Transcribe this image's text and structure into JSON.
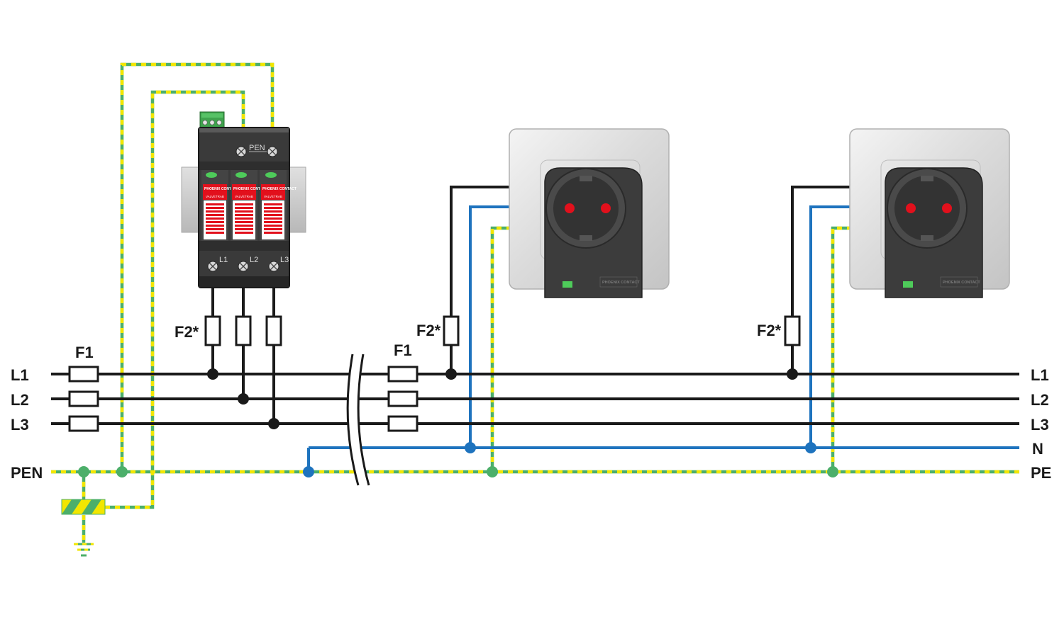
{
  "colors": {
    "phase": "#1a1a1a",
    "neutral": "#1e73be",
    "pe_green": "#4caf6a",
    "pe_yellow": "#f2e600",
    "accent_red": "#e2101c",
    "device_body": "#3a3a3a"
  },
  "labels": {
    "left": {
      "l1": "L1",
      "l2": "L2",
      "l3": "L3",
      "pen": "PEN"
    },
    "right": {
      "l1": "L1",
      "l2": "L2",
      "l3": "L3",
      "n": "N",
      "pe": "PE"
    },
    "fuse_f1_left": "F1",
    "fuse_f1_mid": "F1",
    "fuse_f2_spd": "F2*",
    "fuse_f2_socket1": "F2*",
    "fuse_f2_socket2": "F2*"
  },
  "spd_device": {
    "terminal_top": "PEN",
    "terminals_bottom": [
      "L1",
      "L2",
      "L3"
    ],
    "brand": "PHOENIX CONTACT",
    "product": "VALVETRAB"
  },
  "socket_device": {
    "brand": "PHOENIX CONTACT"
  },
  "icons": [
    "ground-icon",
    "pen-busbar-icon",
    "fuse-icon",
    "break-mark-icon"
  ]
}
